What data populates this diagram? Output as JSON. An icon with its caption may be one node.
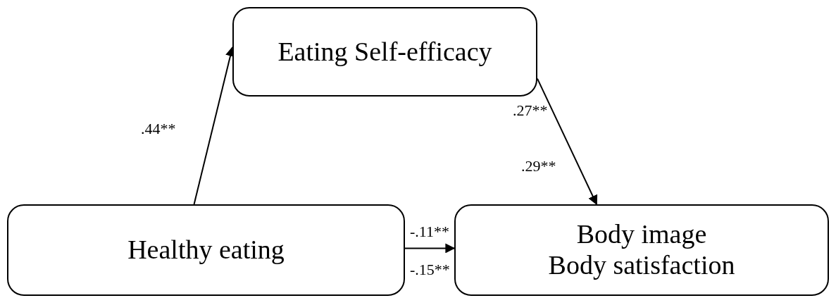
{
  "diagram": {
    "nodes": [
      {
        "text": [
          "Eating Self-efficacy"
        ]
      },
      {
        "text": [
          "Healthy eating"
        ]
      },
      {
        "text": [
          "Body image",
          "Body satisfaction"
        ]
      }
    ],
    "edges": [
      {
        "from": 1,
        "to": 0,
        "arrow": "to",
        "label": ".44**"
      },
      {
        "from": 0,
        "to": 2,
        "arrow": "to"
      },
      {
        "from": 1,
        "to": 2,
        "arrow": "to"
      }
    ],
    "labels": [
      ".27**",
      ".29**",
      "-.11**",
      "-.15**"
    ]
  }
}
